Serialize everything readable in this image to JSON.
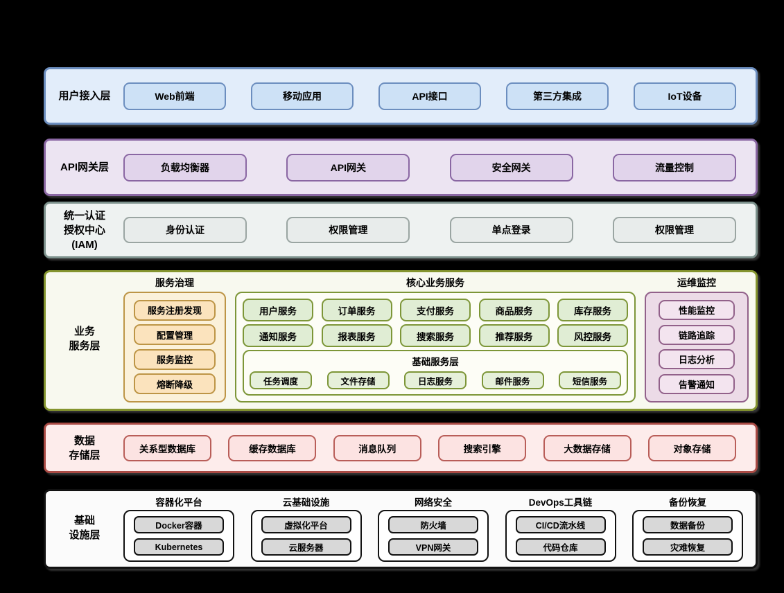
{
  "colors": {
    "page_background": "#000000",
    "user_access_accent": "#6c8ebf",
    "api_gateway_accent": "#8a67a3",
    "iam_accent": "#7d928d",
    "business_accent": "#85952f",
    "governance_accent": "#bd9546",
    "core_services_accent": "#7d9638",
    "ops_monitoring_accent": "#92618a",
    "data_storage_accent": "#aa4b45",
    "infrastructure_accent": "#111111"
  },
  "layers": {
    "user_access": {
      "label": "用户接入层",
      "items": [
        "Web前端",
        "移动应用",
        "API接口",
        "第三方集成",
        "IoT设备"
      ]
    },
    "api_gateway": {
      "label": "API网关层",
      "items": [
        "负载均衡器",
        "API网关",
        "安全网关",
        "流量控制"
      ]
    },
    "iam": {
      "label_lines": [
        "统一认证",
        "授权中心",
        "(IAM)"
      ],
      "items": [
        "身份认证",
        "权限管理",
        "单点登录",
        "权限管理"
      ]
    },
    "business": {
      "label_lines": [
        "业务",
        "服务层"
      ],
      "service_governance": {
        "title": "服务治理",
        "items": [
          "服务注册发现",
          "配置管理",
          "服务监控",
          "熔断降级"
        ]
      },
      "core_services": {
        "title": "核心业务服务",
        "rows": [
          [
            "用户服务",
            "订单服务",
            "支付服务",
            "商品服务",
            "库存服务"
          ],
          [
            "通知服务",
            "报表服务",
            "搜索服务",
            "推荐服务",
            "风控服务"
          ]
        ],
        "basic_services": {
          "title": "基础服务层",
          "items": [
            "任务调度",
            "文件存储",
            "日志服务",
            "邮件服务",
            "短信服务"
          ]
        }
      },
      "ops_monitoring": {
        "title": "运维监控",
        "items": [
          "性能监控",
          "链路追踪",
          "日志分析",
          "告警通知"
        ]
      }
    },
    "data_storage": {
      "label_lines": [
        "数据",
        "存储层"
      ],
      "items": [
        "关系型数据库",
        "缓存数据库",
        "消息队列",
        "搜索引擎",
        "大数据存储",
        "对象存储"
      ]
    },
    "infrastructure": {
      "label_lines": [
        "基础",
        "设施层"
      ],
      "groups": [
        {
          "title": "容器化平台",
          "items": [
            "Docker容器",
            "Kubernetes"
          ]
        },
        {
          "title": "云基础设施",
          "items": [
            "虚拟化平台",
            "云服务器"
          ]
        },
        {
          "title": "网络安全",
          "items": [
            "防火墙",
            "VPN网关"
          ]
        },
        {
          "title": "DevOps工具链",
          "items": [
            "CI/CD流水线",
            "代码仓库"
          ]
        },
        {
          "title": "备份恢复",
          "items": [
            "数据备份",
            "灾难恢复"
          ]
        }
      ]
    }
  }
}
